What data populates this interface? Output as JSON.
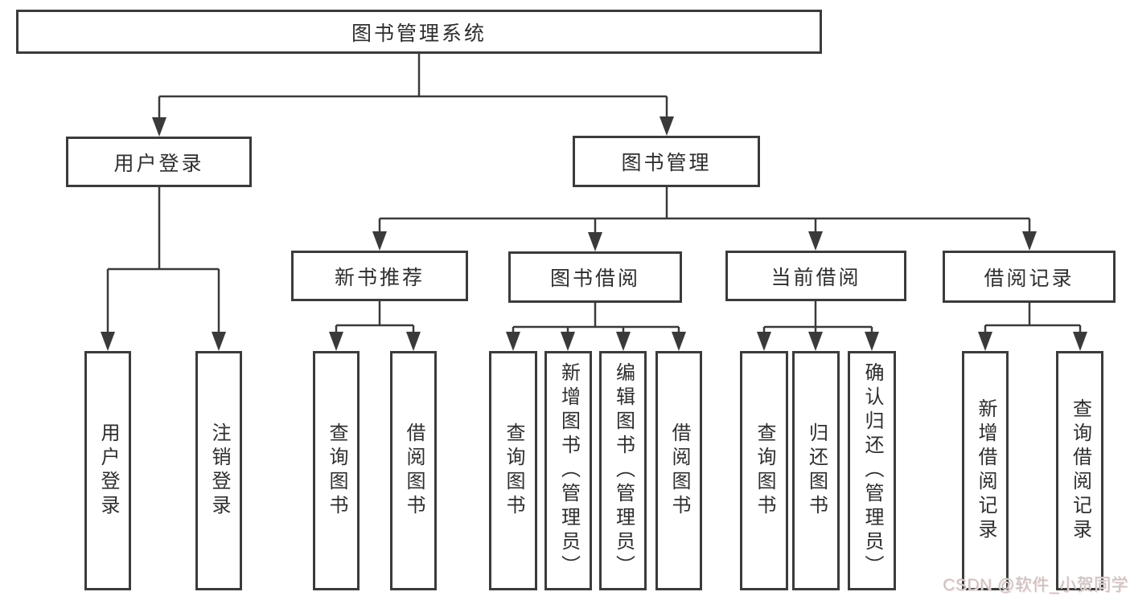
{
  "page": {
    "background_color": "#ffffff",
    "line_color": "#3a3a3a",
    "box_border_color": "#3b3b3b",
    "text_color": "#2e2e2e",
    "watermark_color": "#c9c2c2"
  },
  "nodes": {
    "root": "图书管理系统",
    "user_login": "用户登录",
    "book_mgmt": "图书管理",
    "new_books": "新书推荐",
    "book_borrow": "图书借阅",
    "current_borrow": "当前借阅",
    "borrow_records": "借阅记录",
    "leaf_user_login": "用户登录",
    "leaf_logout": "注销登录",
    "leaf_newbooks_query": "查询图书",
    "leaf_newbooks_borrow": "借阅图书",
    "leaf_borrow_query": "查询图书",
    "leaf_borrow_add": "新增图书（管理员）",
    "leaf_borrow_edit": "编辑图书（管理员）",
    "leaf_borrow_borrow": "借阅图书",
    "leaf_current_query": "查询图书",
    "leaf_current_return": "归还图书",
    "leaf_current_confirm": "确认归还（管理员）",
    "leaf_records_add": "新增借阅记录",
    "leaf_records_query": "查询借阅记录"
  },
  "watermark": "CSDN @软件_小贺同学"
}
